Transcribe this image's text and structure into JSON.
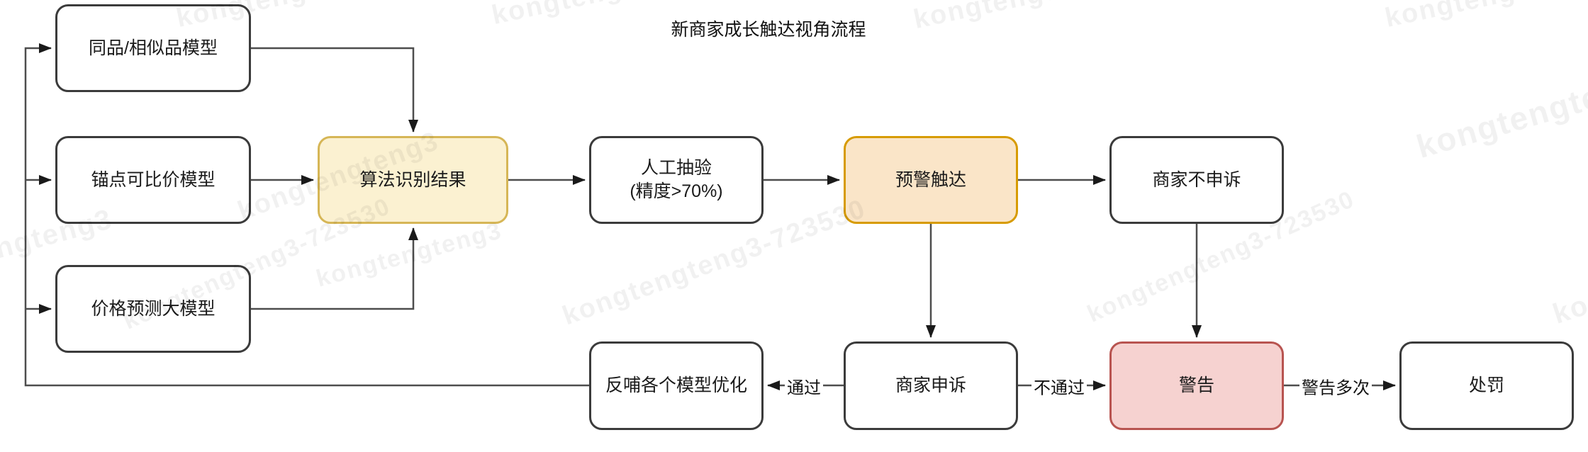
{
  "title": "新商家成长触达视角流程",
  "nodes": {
    "model_similar": {
      "label": "同品/相似品模型"
    },
    "model_anchor": {
      "label": "锚点可比价模型"
    },
    "model_price": {
      "label": "价格预测大模型"
    },
    "algo_result": {
      "label": "算法识别结果"
    },
    "manual_check": {
      "label": "人工抽验",
      "label2": "(精度>70%)"
    },
    "warning_reach": {
      "label": "预警触达"
    },
    "no_appeal": {
      "label": "商家不申诉"
    },
    "feedback": {
      "label": "反哺各个模型优化"
    },
    "appeal": {
      "label": "商家申诉"
    },
    "warning": {
      "label": "警告"
    },
    "punishment": {
      "label": "处罚"
    }
  },
  "edge_labels": {
    "pass": "通过",
    "fail": "不通过",
    "multiple": "警告多次"
  },
  "watermark": {
    "text": "kongtengteng3",
    "text_full": "kongtengteng3-723530"
  },
  "colors": {
    "yellow_fill": "#FBF1D1",
    "yellow_border": "#D6B656",
    "orange_fill": "#FAE5C8",
    "orange_border": "#D79B00",
    "red_fill": "#F6D2D0",
    "red_border": "#B85450",
    "plain_border": "#3b3b3b",
    "connector": "#4d4d4d"
  }
}
